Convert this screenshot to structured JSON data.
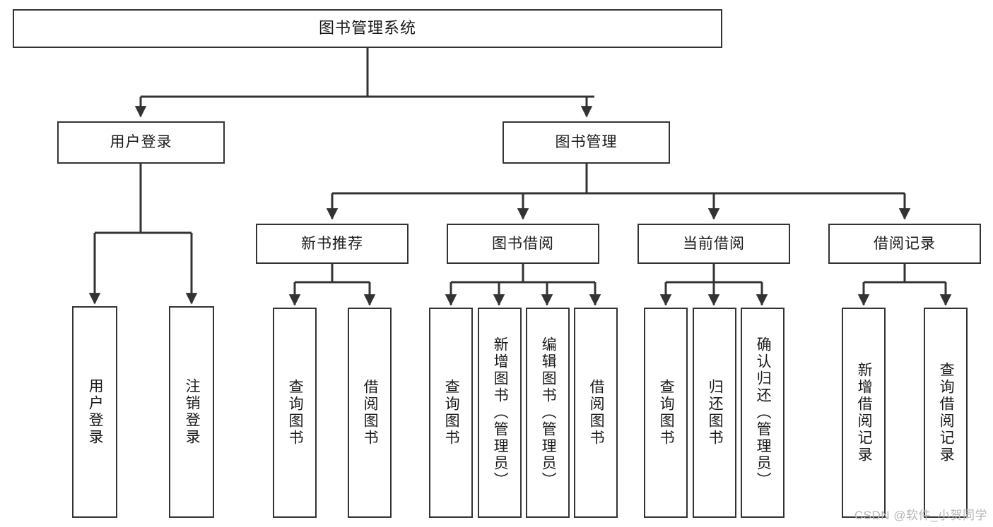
{
  "diagram": {
    "title": "图书管理系统",
    "watermark": "CSDN @软件_小贺同学",
    "colors": {
      "stroke": "#333333",
      "fill": "#ffffff",
      "text": "#1a1a1a",
      "watermark": "#b5b5b5"
    },
    "nodes": {
      "root": "图书管理系统",
      "level2": [
        "用户登录",
        "图书管理"
      ],
      "level3": [
        "新书推荐",
        "图书借阅",
        "当前借阅",
        "借阅记录"
      ],
      "leaves": {
        "user_login": [
          "用户登录",
          "注销登录"
        ],
        "new_book": [
          "查询图书",
          "借阅图书"
        ],
        "book_borrow": [
          "查询图书",
          "新增图书（管理员）",
          "编辑图书（管理员）",
          "借阅图书"
        ],
        "current_borrow": [
          "查询图书",
          "归还图书",
          "确认归还（管理员）"
        ],
        "borrow_record": [
          "新增借阅记录",
          "查询借阅记录"
        ]
      }
    }
  }
}
